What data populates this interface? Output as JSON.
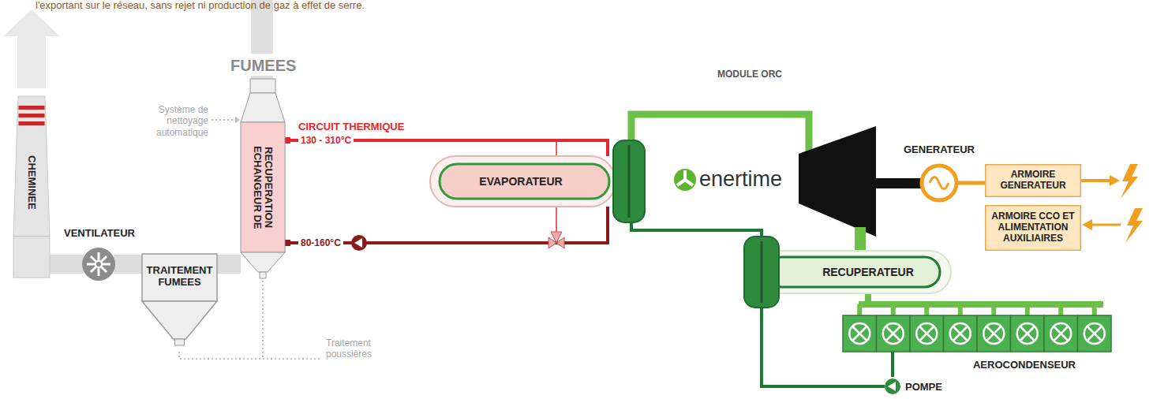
{
  "diagram": {
    "nodes": [
      {
        "text": [
          "CHEMINEE"
        ]
      },
      {
        "text": [
          "VENTILATEUR"
        ]
      },
      {
        "text": [
          "TRAITEMENT FUMEES"
        ]
      },
      {
        "text": [
          "ECHANGEUR DE RECUPERATION"
        ]
      },
      {
        "text": [
          "MODULE ORC"
        ]
      },
      {
        "text": [
          "EVAPORATEUR"
        ],
        "in": 4
      },
      {
        "text": [
          "GENERATEUR"
        ],
        "in": 4
      },
      {
        "text": [
          "ARMOIRE GENERATEUR"
        ],
        "in": 4
      },
      {
        "text": [
          "ARMOIRE CCO ET ALIMENTATION AUXILIAIRES"
        ],
        "in": 4
      },
      {
        "text": [
          "RECUPERATEUR"
        ],
        "in": 4
      },
      {
        "text": [
          "AEROCONDENSEUR"
        ],
        "in": 4
      },
      {
        "text": [
          "POMPE"
        ],
        "in": 4
      }
    ],
    "edges": [
      {
        "from": 0,
        "to": 1,
        "arrow": "none"
      },
      {
        "from": 1,
        "to": 2,
        "arrow": "none"
      },
      {
        "from": 2,
        "to": 3,
        "arrow": "none"
      },
      {
        "from": 3,
        "to": 5,
        "label": "130 - 310°C",
        "arrow": "none"
      },
      {
        "from": 5,
        "to": 3,
        "label": "80-160°C",
        "arrow": "none"
      },
      {
        "from": 5,
        "to": 9,
        "arrow": "none"
      },
      {
        "from": 9,
        "to": 10,
        "arrow": "none"
      },
      {
        "from": 10,
        "to": 11,
        "arrow": "none"
      },
      {
        "from": 11,
        "to": 9,
        "arrow": "none"
      },
      {
        "from": 6,
        "to": 7,
        "arrow": "none"
      }
    ],
    "labels": [
      "l'exportant sur le réseau, sans rejet ni production de gaz à effet de serre.",
      "FUMEES",
      "Système de nettoyage automatique",
      "Traitement poussières",
      "CIRCUIT THERMIQUE",
      "enertime"
    ]
  }
}
